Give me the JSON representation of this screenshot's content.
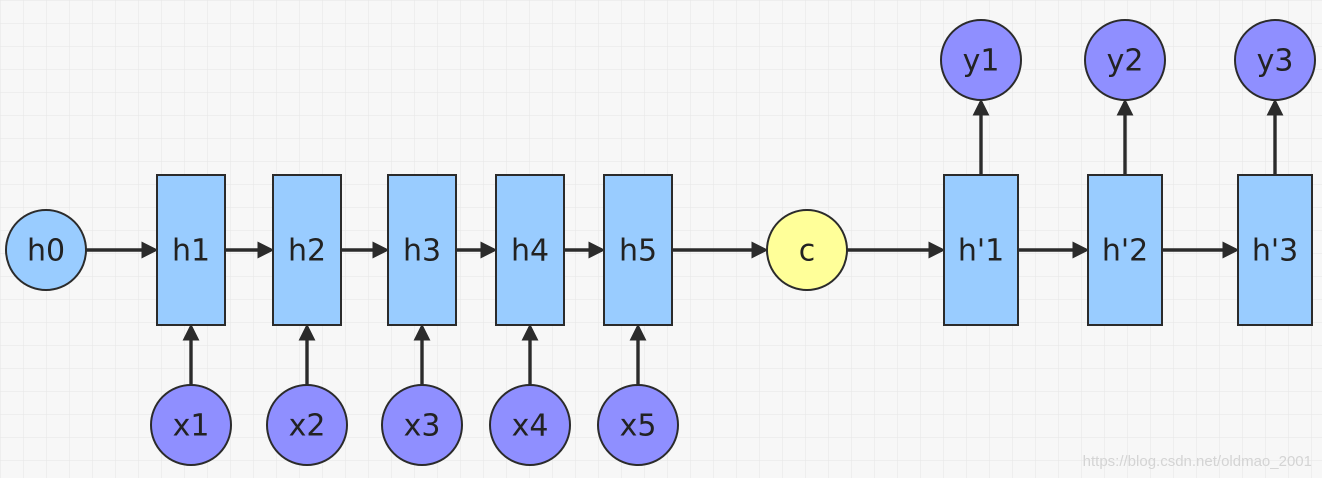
{
  "colors": {
    "background": "#f7f7f7",
    "grid": "#e6e6e6",
    "hidden_state_box": "#99ccff",
    "initial_state_circle": "#99ccff",
    "input_circle": "#8f8fff",
    "output_circle": "#8f8fff",
    "context_circle": "#ffff99",
    "edge": "#2b2b2b",
    "watermark": "#d4d4d4"
  },
  "encoder": {
    "initial_state": {
      "label": "h0"
    },
    "states": [
      {
        "label": "h1"
      },
      {
        "label": "h2"
      },
      {
        "label": "h3"
      },
      {
        "label": "h4"
      },
      {
        "label": "h5"
      }
    ],
    "inputs": [
      {
        "label": "x1"
      },
      {
        "label": "x2"
      },
      {
        "label": "x3"
      },
      {
        "label": "x4"
      },
      {
        "label": "x5"
      }
    ]
  },
  "context": {
    "label": "c"
  },
  "decoder": {
    "states": [
      {
        "label": "h'1"
      },
      {
        "label": "h'2"
      },
      {
        "label": "h'3"
      }
    ],
    "outputs": [
      {
        "label": "y1"
      },
      {
        "label": "y2"
      },
      {
        "label": "y3"
      }
    ]
  },
  "watermark": "https://blog.csdn.net/oldmao_2001"
}
